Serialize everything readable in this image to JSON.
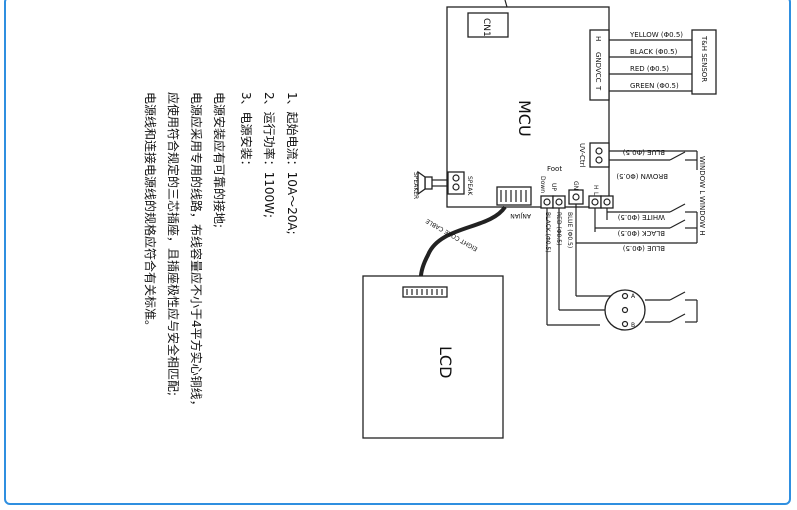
{
  "blocks": {
    "mcu": "MCU",
    "lcd": "LCD",
    "cn1": "CN1",
    "th_sensor": "T&H SENSOR",
    "speaker": "SPEAKER",
    "speak": "SPEAK",
    "anjian": "ANJIAN",
    "uv_ctrl": "UV-Ctrl",
    "foot": "Foot",
    "down": "Down",
    "up": "UP"
  },
  "sensor_pins": [
    "H",
    "GND",
    "VCC",
    "T"
  ],
  "sensor_wires": [
    "YELLOW (Φ0.5)",
    "BLACK (Φ0.5)",
    "RED (Φ0.5)",
    "GREEN (Φ0.5)"
  ],
  "motor_wires": [
    "BLACK (Φ0.5)",
    "RED (Φ0.5)",
    "BLUE (Φ0.5)"
  ],
  "right_wires": [
    "BLUE (Φ0.5)",
    "BROWN (Φ0.5)",
    "WHITE (Φ0.5)",
    "BLACK (Φ0.5)",
    "BLUE (Φ0.5)"
  ],
  "pin_labels": {
    "gnd": "GND",
    "h": "H",
    "l": "L"
  },
  "windows": {
    "l": "WINDOW L",
    "h": "WINDOW H"
  },
  "cable": "EIGHT CORE CABLE",
  "notes": [
    "1、起始电流：10A～20A;",
    "2、运行功率：1100W;",
    "3、电源安装：",
    "电源安装应有可靠的接地;",
    "电源应采用专用的线路，布线容量应不小于4平方实心铜线，",
    "应使用符合规定的三芯插座，且插座极性应与安全相匹配;",
    "电源线和连接电源线的规格应符合有关标准。"
  ],
  "motor_marks": {
    "a": "A",
    "b": "B"
  },
  "colors": {
    "frame": "#2f8fe0",
    "line": "#222222"
  }
}
